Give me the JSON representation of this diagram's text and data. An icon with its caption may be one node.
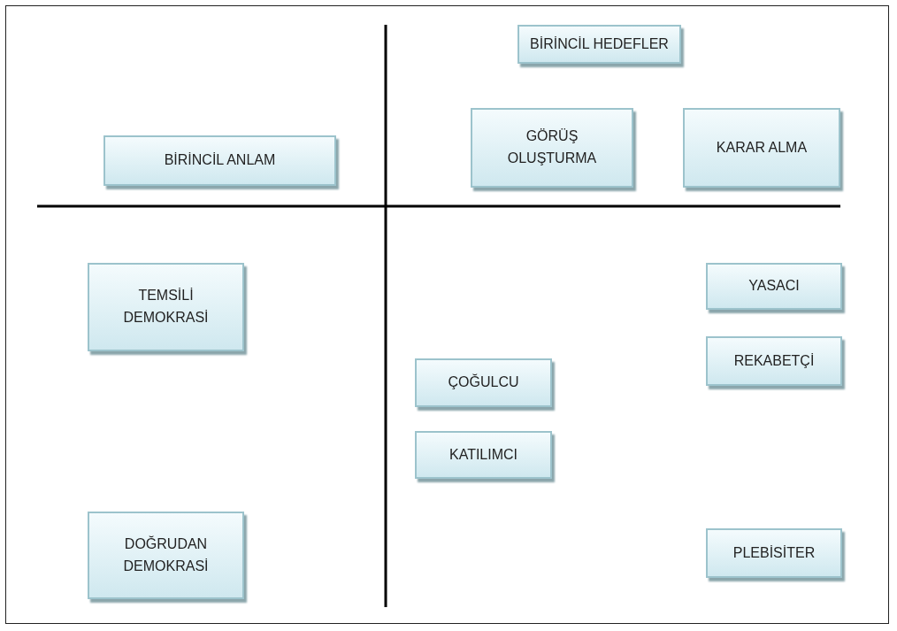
{
  "diagram": {
    "nodes": [
      {
        "text": [
          "BİRİNCİL HEDEFLER"
        ]
      },
      {
        "text": [
          "BİRİNCİL ANLAM"
        ]
      },
      {
        "text": [
          "GÖRÜŞ OLUŞTURMA"
        ]
      },
      {
        "text": [
          "KARAR ALMA"
        ]
      },
      {
        "text": [
          "TEMSİLİ DEMOKRASİ"
        ]
      },
      {
        "text": [
          "YASACI"
        ]
      },
      {
        "text": [
          "REKABETÇİ"
        ]
      },
      {
        "text": [
          "ÇOĞULCU"
        ]
      },
      {
        "text": [
          "KATILIMCI"
        ]
      },
      {
        "text": [
          "DOĞRUDAN DEMOKRASİ"
        ]
      },
      {
        "text": [
          "PLEBİSİTER"
        ]
      }
    ]
  }
}
